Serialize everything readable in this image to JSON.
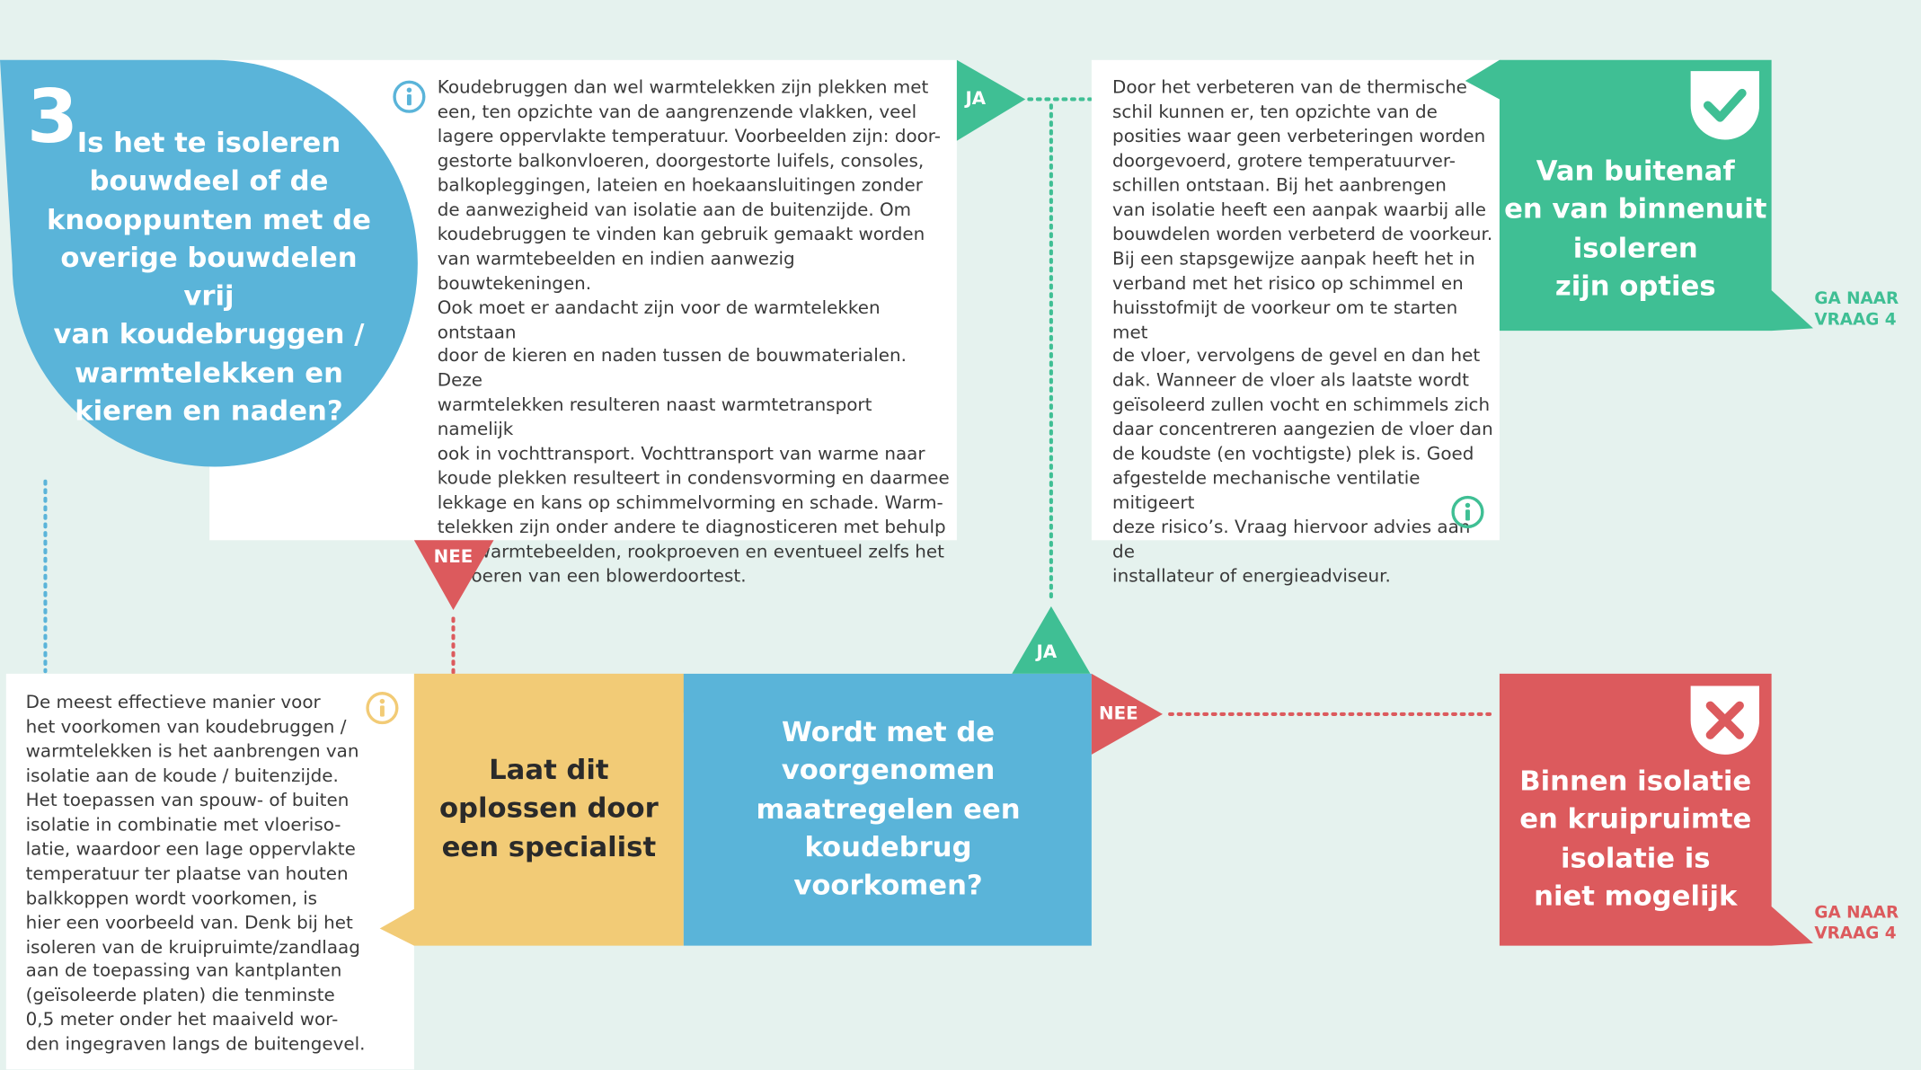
{
  "colors": {
    "background": "#e5f2ee",
    "blue": "#5ab4d9",
    "green": "#3fbf94",
    "red": "#dc5a5d",
    "yellow": "#f2cb76",
    "text": "#3a3a3a",
    "white": "#ffffff"
  },
  "step": {
    "number": "3",
    "question": "Is het te isoleren\nbouwdeel of de\nknooppunten met de\noverige bouwdelen vrij\nvan koudebruggen /\nwarmtelekken en\nkieren en naden?"
  },
  "info_top": {
    "icon": "info-icon",
    "text": "Koudebruggen dan wel warmtelekken zijn plekken met\neen, ten opzichte van de aangrenzende vlakken, veel\nlagere oppervlakte temperatuur. Voorbeelden zijn: door-\ngestorte balkonvloeren, doorgestorte luifels, consoles,\nbalkopleggingen, lateien en hoekaansluitingen zonder\nde aanwezigheid van isolatie aan de buitenzijde. Om\nkoudebruggen te vinden kan gebruik gemaakt worden\nvan warmtebeelden en indien aanwezig bouwtekeningen.\nOok moet er aandacht zijn voor de warmtelekken ontstaan\ndoor de kieren en naden tussen de bouwmaterialen. Deze\nwarmtelekken resulteren naast warmtetransport namelijk\nook in vochttransport. Vochttransport van warme naar\nkoude plekken resulteert in condensvorming en daarmee\nlekkage en kans op schimmelvorming en schade. Warm-\ntelekken zijn onder andere te diagnosticeren met behulp\nvan warmtebeelden, rookproeven en eventueel zelfs het\nuitvoeren van een blowerdoortest."
  },
  "info_right": {
    "icon": "info-icon",
    "text": "Door het verbeteren van de thermische\nschil kunnen er, ten opzichte van de\nposities waar geen verbeteringen worden\ndoorgevoerd, grotere temperatuurver-\nschillen ontstaan. Bij het aanbrengen\nvan isolatie heeft een aanpak waarbij alle\nbouwdelen worden verbeterd de voorkeur.\nBij een stapsgewijze aanpak heeft het in\nverband met het risico op schimmel en\nhuisstofmijt de voorkeur om te starten met\nde vloer, vervolgens de gevel en dan het\ndak. Wanneer de vloer als laatste wordt\ngeïsoleerd zullen vocht en schimmels zich\ndaar concentreren aangezien de vloer dan\nde koudste (en vochtigste) plek is. Goed\nafgestelde mechanische ventilatie mitigeert\ndeze risico’s. Vraag hiervoor advies aan de\ninstallateur of energieadviseur."
  },
  "info_left": {
    "icon": "info-icon",
    "text": "De meest effectieve manier voor\nhet voorkomen van koudebruggen /\nwarmtelekken is het aanbrengen van\nisolatie aan de koude / buitenzijde.\nHet toepassen van spouw- of buiten\nisolatie in combinatie met vloeriso-\nlatie, waardoor een lage oppervlakte\ntemperatuur ter plaatse van houten\nbalkkoppen wordt voorkomen, is\nhier een voorbeeld van. Denk bij het\nisoleren van de kruipruimte/zandlaag\naan de toepassing van kantplanten\n(geïsoleerde platen) die tenminste\n0,5 meter onder het maaiveld wor-\nden ingegraven langs de buitengevel."
  },
  "result_yes": {
    "icon": "check-icon",
    "text": "Van buitenaf\nen van binnenuit\nisoleren\nzijn opties",
    "goto": "GA NAAR\nVRAAG 4"
  },
  "result_no": {
    "icon": "cross-icon",
    "text": "Binnen isolatie\nen kruipruimte\nisolatie is\nniet mogelijk",
    "goto": "GA NAAR\nVRAAG 4"
  },
  "specialist": {
    "text": "Laat dit\noplossen door\neen specialist"
  },
  "question_2": {
    "text": "Wordt met de\nvoorgenomen\nmaatregelen een\nkoudebrug\nvoorkomen?"
  },
  "labels": {
    "ja_top": "JA",
    "nee_top": "NEE",
    "ja_mid": "JA",
    "nee_right": "NEE"
  }
}
